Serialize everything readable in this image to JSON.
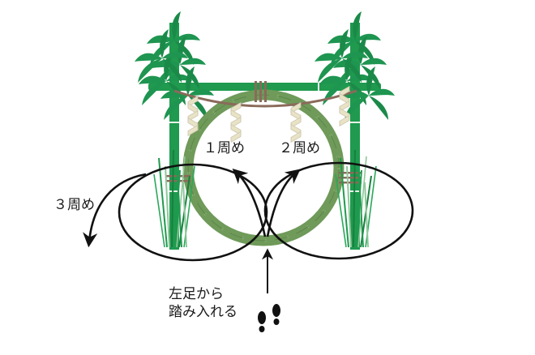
{
  "diagram": {
    "type": "illustration",
    "subject": "chinowa-kuguri (passing through a grass ring) procedure",
    "labels": {
      "lap1": "１周め",
      "lap2": "２周め",
      "lap3": "３周め",
      "start_line1": "左足から",
      "start_line2": "踏み入れる"
    },
    "colors": {
      "bamboo": "#1f9a4e",
      "bamboo_dark": "#17803f",
      "leaf": "#1e9550",
      "ring": "#6f9a5a",
      "ring_light": "#8fb878",
      "rope": "#8a6a5a",
      "shide": "#e8e2c6",
      "arrow": "#111111",
      "text": "#1a1a1a"
    },
    "elements": [
      "left bamboo pole with leaves",
      "right bamboo pole with leaves",
      "horizontal bamboo crossbar",
      "sacred rope (shimenawa) with paper streamers (shide)",
      "woven grass ring (chinowa)",
      "reed bundles at base",
      "figure-eight path arrows",
      "footprints icon"
    ]
  }
}
